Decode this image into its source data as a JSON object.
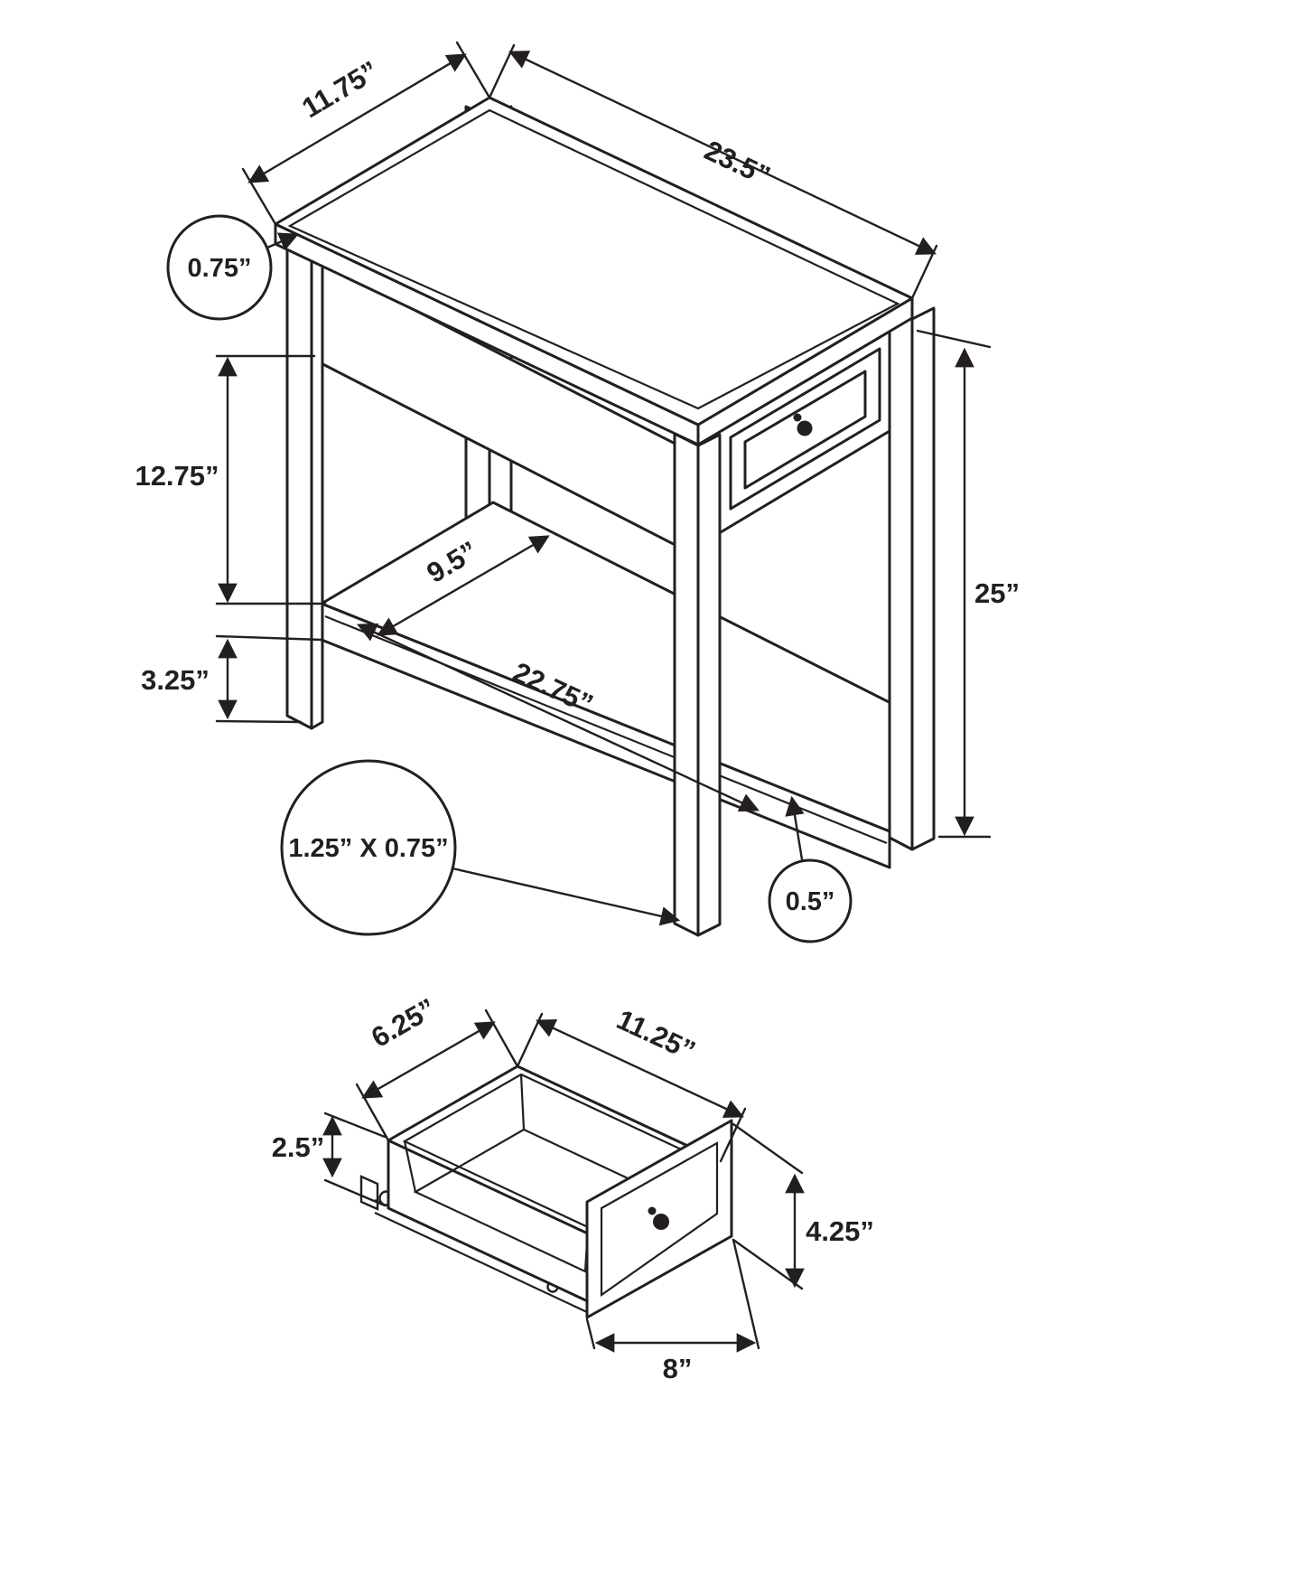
{
  "page": {
    "background": "#ffffff",
    "line_color": "#231f20"
  },
  "diagram": {
    "type": "furniture-dimension-drawing",
    "views": [
      "side-table-isometric",
      "drawer-isometric"
    ]
  },
  "dimensions": {
    "table": {
      "top_depth": "11.75”",
      "top_length": "23.5”",
      "top_thickness": "0.75”",
      "apron_to_shelf": "12.75”",
      "shelf_to_floor": "3.25”",
      "overall_height": "25”",
      "shelf_depth": "9.5”",
      "shelf_length": "22.75”",
      "leg_cross_section": "1.25” X 0.75”",
      "shelf_thickness": "0.5”"
    },
    "drawer": {
      "inner_depth": "6.25”",
      "inner_length": "11.25”",
      "box_height": "2.5”",
      "front_height": "4.25”",
      "front_width": "8”"
    }
  }
}
